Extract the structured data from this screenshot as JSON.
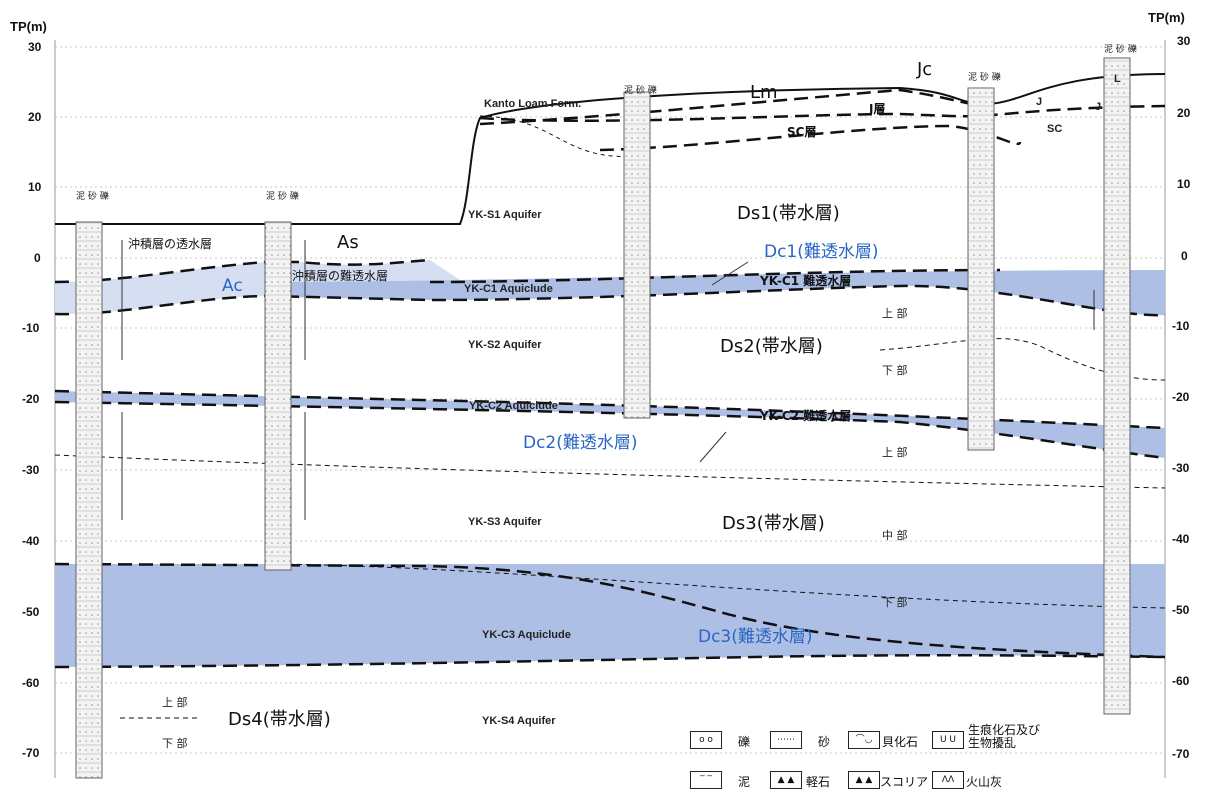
{
  "axis": {
    "unit_left": "TP(m)",
    "unit_right": "TP(m)",
    "ticks": [
      "30",
      "20",
      "10",
      "0",
      "-10",
      "-20",
      "-30",
      "-40",
      "-50",
      "-60",
      "-70"
    ]
  },
  "borehole_header": "泥 砂 礫",
  "labels": {
    "kanto_loam": "Kanto Loam Form.",
    "lm": "Lm",
    "jc": "Jc",
    "j_layer": "J層",
    "sc_layer": "SC層",
    "j_right": "J",
    "j_right2": "J",
    "sc_right": "SC",
    "l_right": "L",
    "ys1": "YK-S1 Aquifer",
    "ds1": "Ds1(帯水層)",
    "alluvial_permeable": "沖積層の透水層",
    "as": "As",
    "dc1": "Dc1(難透水層)",
    "ac": "Ac",
    "alluvial_impermeable": "沖積層の難透水層",
    "yc1": "YK-C1 Aquiclude",
    "yc1_jp": "YK-C1 難透水層",
    "upper1": "上 部",
    "ys2": "YK-S2 Aquifer",
    "ds2": "Ds2(帯水層)",
    "lower1": "下 部",
    "yc2": "YK-C2 Aquiclude",
    "yc2_jp": "YK-C2 難透水層",
    "dc2": "Dc2(難透水層)",
    "upper2": "上 部",
    "ys3": "YK-S3 Aquifer",
    "ds3": "Ds3(帯水層)",
    "middle": "中 部",
    "lower2": "下 部",
    "yc3": "YK-C3 Aquiclude",
    "dc3": "Dc3(難透水層)",
    "upper3": "上 部",
    "ds4": "Ds4(帯水層)",
    "lower3": "下 部",
    "ys4": "YK-S4 Aquifer"
  },
  "legend": [
    {
      "symbol": "o o",
      "label": "礫"
    },
    {
      "symbol": "⋯⋯",
      "label": "砂"
    },
    {
      "symbol": "⌒◡",
      "label": "貝化石"
    },
    {
      "symbol": "ᑌ ᑌ",
      "label": "生痕化石及び\n生物擾乱"
    },
    {
      "symbol": "‾ ‾",
      "label": "泥"
    },
    {
      "symbol": "▲ ▲",
      "label": "軽石"
    },
    {
      "symbol": "▲ ▲",
      "label": "スコリア"
    },
    {
      "symbol": "ᐱᐱ",
      "label": "火山灰"
    }
  ],
  "colors": {
    "aquiclude_band": "#aebfe6",
    "alluvial_band": "#d6dff2",
    "blue_text": "#2a66c4"
  }
}
